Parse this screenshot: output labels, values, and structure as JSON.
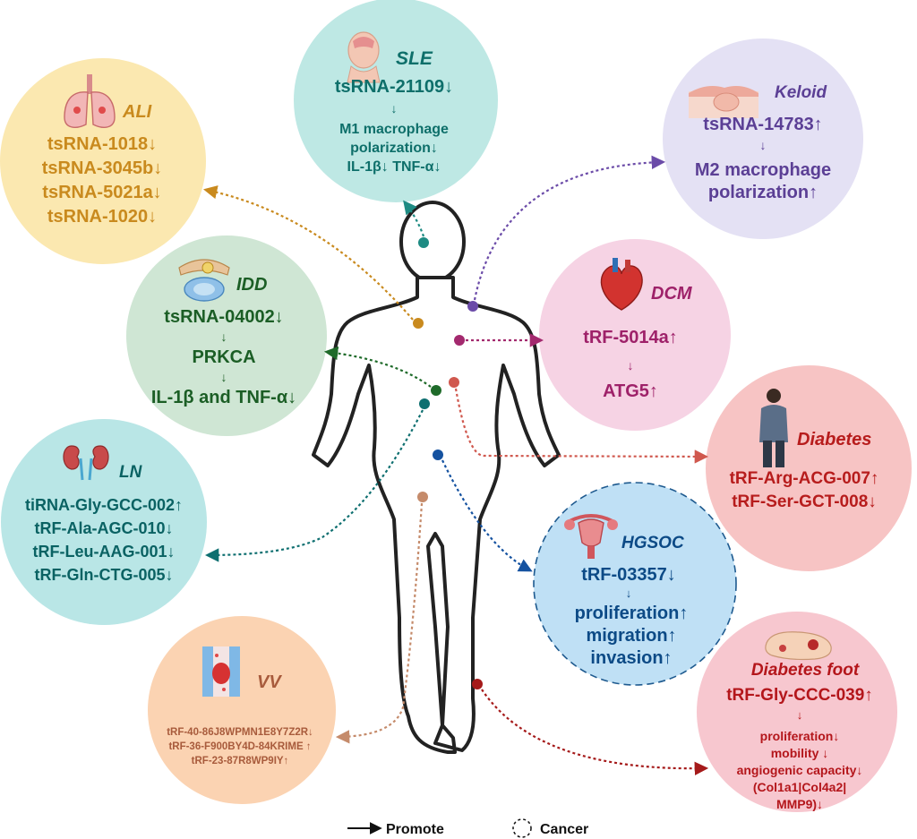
{
  "nodes": {
    "sle": {
      "title": "SLE",
      "icon": "head-icon",
      "lines": [
        "tsRNA-21109↓",
        "↓",
        "M1 macrophage",
        "polarization↓",
        "IL-1β↓  TNF-α↓"
      ],
      "colors": {
        "fill": "#BEE8E4",
        "text": "#0E6F6A",
        "title": "#0E6F6A",
        "line": "#1E8B83"
      }
    },
    "ali": {
      "title": "ALI",
      "icon": "lungs-icon",
      "lines": [
        "tsRNA-1018↓",
        "tsRNA-3045b↓",
        "tsRNA-5021a↓",
        "tsRNA-1020↓"
      ],
      "colors": {
        "fill": "#FBE8B0",
        "text": "#C98A1E",
        "title": "#C98A1E",
        "line": "#C98A1E"
      }
    },
    "keloid": {
      "title": "Keloid",
      "icon": "skin-icon",
      "lines": [
        "tsRNA-14783↑",
        "↓",
        "M2 macrophage",
        "polarization↑"
      ],
      "colors": {
        "fill": "#E4E1F4",
        "text": "#5B3F95",
        "title": "#5B3F95",
        "line": "#6B4BA8"
      }
    },
    "idd": {
      "title": "IDD",
      "icon": "spine-disc-icon",
      "lines": [
        "tsRNA-04002↓",
        "↓",
        "PRKCA",
        "↓",
        "IL-1β and TNF-α↓"
      ],
      "colors": {
        "fill": "#CFE6D4",
        "text": "#1B5E25",
        "title": "#1B5E25",
        "line": "#1F6B2A"
      }
    },
    "dcm": {
      "title": "DCM",
      "icon": "heart-icon",
      "lines": [
        "tRF-5014a↑",
        "↓",
        "ATG5↑"
      ],
      "colors": {
        "fill": "#F6D3E4",
        "text": "#9E2169",
        "title": "#9E2169",
        "line": "#A3296E"
      }
    },
    "diabetes": {
      "title": "Diabetes",
      "icon": "person-icon",
      "lines": [
        "tRF-Arg-ACG-007↑",
        "tRF-Ser-GCT-008↓"
      ],
      "colors": {
        "fill": "#F7C4C4",
        "text": "#B71C1C",
        "title": "#B71C1C",
        "line": "#D0584E"
      }
    },
    "ln": {
      "title": "LN",
      "icon": "kidneys-icon",
      "lines": [
        "tiRNA-Gly-GCC-002↑",
        "tRF-Ala-AGC-010↓",
        "tRF-Leu-AAG-001↓",
        "tRF-Gln-CTG-005↓"
      ],
      "colors": {
        "fill": "#B9E6E6",
        "text": "#0A6263",
        "title": "#0A6263",
        "line": "#0E6F70"
      }
    },
    "hgsoc": {
      "title": "HGSOC",
      "icon": "uterus-icon",
      "lines": [
        "tRF-03357↓",
        "↓",
        "proliferation↑",
        "migration↑",
        "invasion↑"
      ],
      "colors": {
        "fill": "#BFE0F5",
        "text": "#0C4A86",
        "title": "#0C4A86",
        "line": "#1552A0"
      }
    },
    "vv": {
      "title": "VV",
      "icon": "vein-icon",
      "lines": [
        "tRF-40-86J8WPMN1E8Y7Z2R↓",
        "tRF-36-F900BY4D-84KRIME ↑",
        "tRF-23-87R8WP9IY↑"
      ],
      "colors": {
        "fill": "#FBD3B2",
        "text": "#A85B3C",
        "title": "#A85B3C",
        "line": "#C58B6B"
      }
    },
    "foot": {
      "title": "Diabetes foot",
      "icon": "foot-icon",
      "lines": [
        "tRF-Gly-CCC-039↑",
        "↓",
        "proliferation↓",
        "mobility ↓",
        "angiogenic capacity↓",
        "(Col1a1|Col4a2|",
        "MMP9)↓"
      ],
      "colors": {
        "fill": "#F7C7CF",
        "text": "#B4161B",
        "title": "#B4161B",
        "line": "#A51A1A"
      }
    }
  },
  "legend": {
    "promote_label": "Promote",
    "cancer_label": "Cancer"
  },
  "body_colors": {
    "outline": "#222222",
    "fill": "#ffffff"
  }
}
